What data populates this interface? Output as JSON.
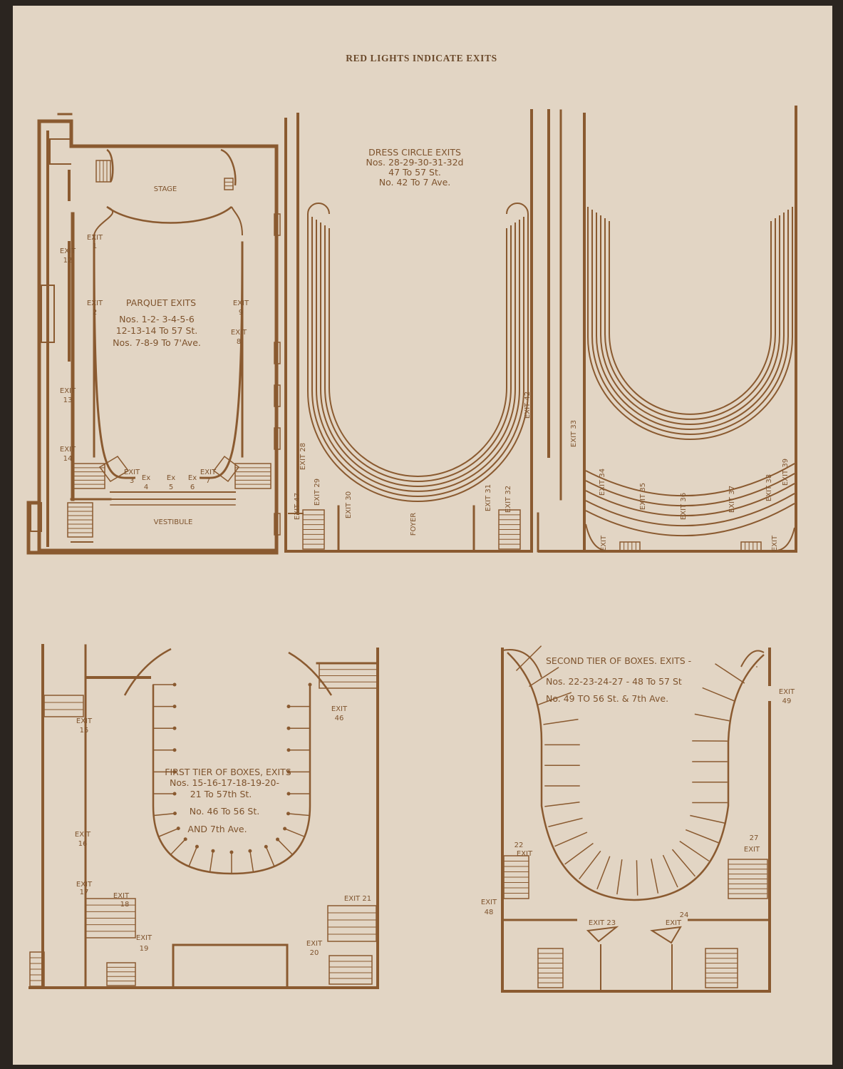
{
  "page": {
    "heading": "RED LIGHTS INDICATE EXITS",
    "ink_color": "#8a5a30",
    "paper_color": "#e2d5c4"
  },
  "plans": [
    {
      "name": "parquet",
      "title_lines": [
        "PARQUET EXITS",
        "Nos. 1-2- 3-4-5-6",
        "12-13-14 To 57 St.",
        "Nos. 7-8-9 To 7'Ave."
      ],
      "labels": [
        "STAGE",
        "EXIT",
        "1",
        "EXIT",
        "12",
        "EXIT",
        "2",
        "EXIT",
        "9",
        "EXIT",
        "8",
        "EXIT",
        "13",
        "EXIT",
        "14",
        "EXIT",
        "3",
        "Ex",
        "4",
        "Ex",
        "5",
        "Ex",
        "6",
        "EXIT",
        "7",
        "VESTIBULE"
      ]
    },
    {
      "name": "dress-circle",
      "title_lines": [
        "DRESS CIRCLE EXITS",
        "Nos. 28-29-30-31-32d",
        "47 To 57 St.",
        "No. 42 To 7 Ave."
      ],
      "labels": [
        "EXIT 28",
        "EXIT 47",
        "EXIT 29",
        "EXIT 30",
        "FOYER",
        "EXIT 31",
        "EXIT 32",
        "EXIT 42"
      ]
    },
    {
      "name": "balcony",
      "title_lines": [],
      "labels": [
        "EXIT 33",
        "EXIT 34",
        "EXIT 35",
        "EXIT 36",
        "EXIT 37",
        "EXIT 38",
        "EXIT 39",
        "EXIT",
        "EXIT"
      ]
    },
    {
      "name": "first-tier-boxes",
      "title_lines": [
        "FIRST TIER OF BOXES, EXITS",
        "Nos. 15-16-17-18-19-20-",
        "21 To 57th St.",
        "No. 46 To 56 St.",
        "AND 7th Ave."
      ],
      "labels": [
        "EXIT",
        "15",
        "EXIT",
        "46",
        "EXIT",
        "16",
        "EXIT",
        "17",
        "EXIT",
        "18",
        "EXIT",
        "19",
        "EXIT 21",
        "EXIT",
        "20"
      ]
    },
    {
      "name": "second-tier-boxes",
      "title_lines": [
        "SECOND TIER OF BOXES. EXITS -",
        "Nos. 22-23-24-27 - 48 To 57 St",
        "No. 49 TO 56 St. & 7th Ave."
      ],
      "labels": [
        "EXIT",
        "49",
        "22",
        "EXIT",
        "27",
        "EXIT",
        "EXIT",
        "48",
        "EXIT 23",
        "24",
        "EXIT"
      ]
    }
  ]
}
